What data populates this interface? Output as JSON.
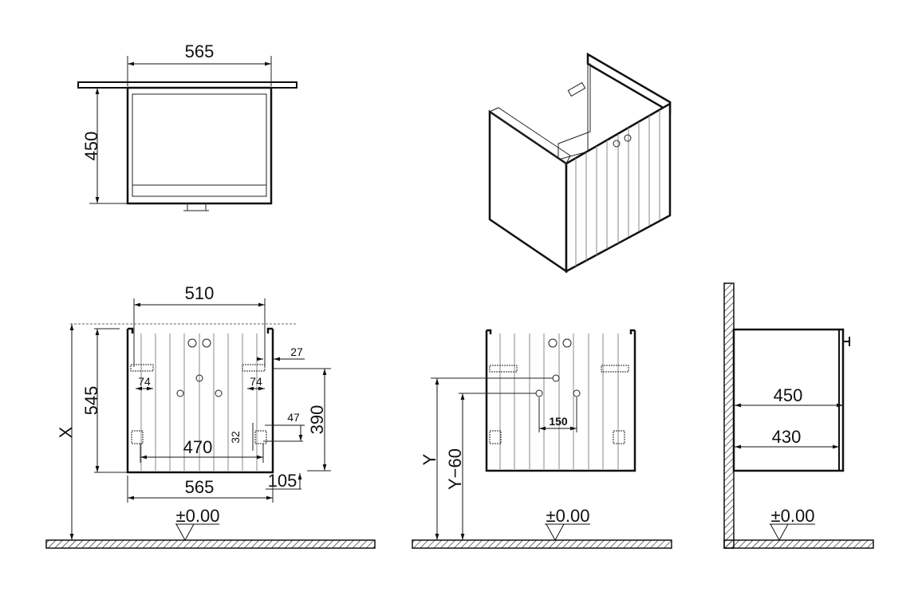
{
  "top_view": {
    "width_label": "565",
    "depth_label": "450"
  },
  "front_view": {
    "top_width_label": "510",
    "total_height_label": "X",
    "cabinet_height_label": "545",
    "bracket_offset_label": "27",
    "bracket_width_left_label": "74",
    "bracket_width_right_label": "74",
    "hanger_offset_label": "47",
    "hanger_spacing_label": "32",
    "bracket_spacing_label": "470",
    "bracket_height_label": "390",
    "bottom_offset_label": "105",
    "bottom_width_label": "565",
    "floor_level_label": "±0.00"
  },
  "plumbing_view": {
    "height_label": "Y",
    "lower_height_label": "Y−60",
    "hole_spacing_label": "150",
    "floor_level_label": "±0.00"
  },
  "side_view": {
    "outer_depth_label": "450",
    "inner_depth_label": "430",
    "floor_level_label": "±0.00"
  },
  "colors": {
    "line": "#111111",
    "groove": "#888888",
    "background": "#ffffff"
  }
}
